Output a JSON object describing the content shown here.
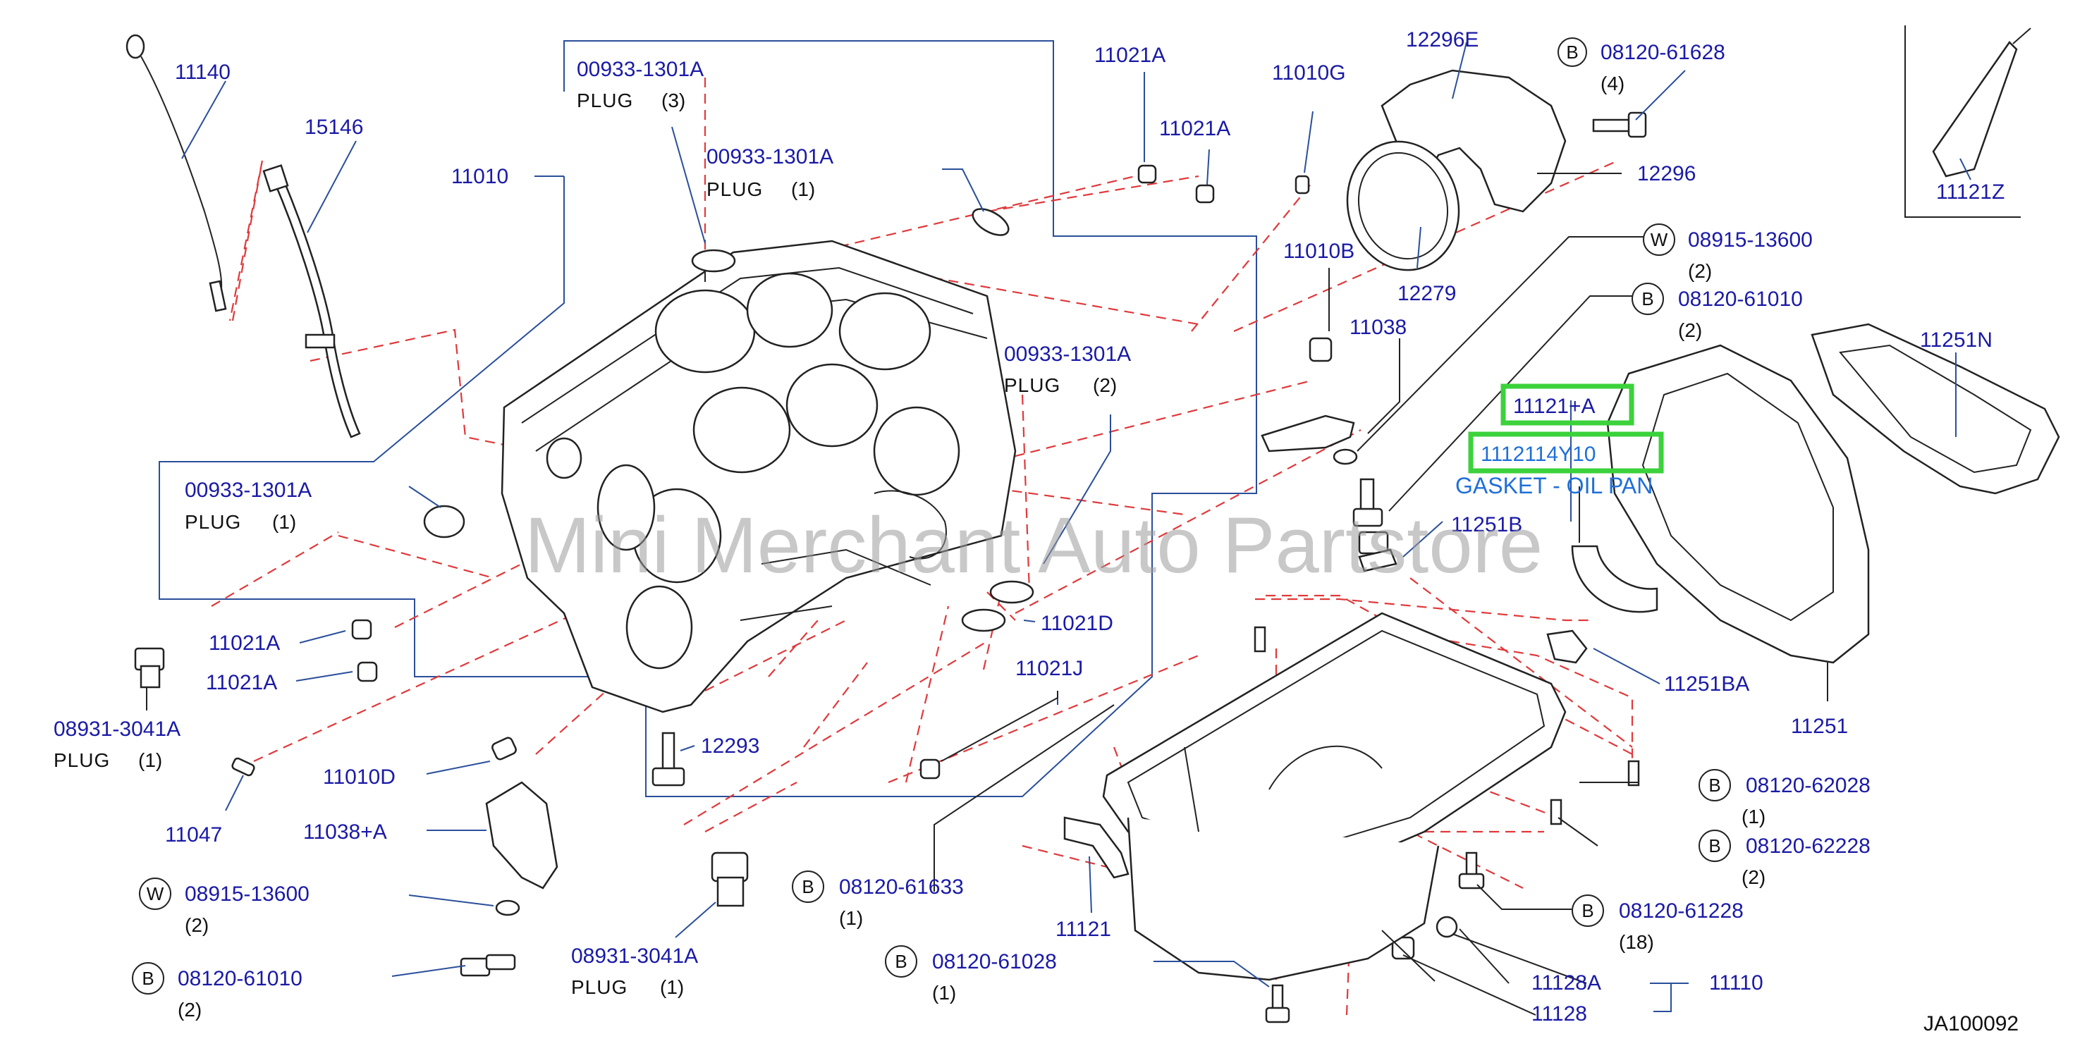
{
  "watermark": "Mini Merchant Auto Partstore",
  "diagram_code": "JA100092",
  "highlight": {
    "kit_part": "11121+A",
    "gasket_part": "1112114Y10",
    "gasket_name": "GASKET - OIL PAN",
    "color": "#3bd23b"
  },
  "labels": {
    "p11140": "11140",
    "p15146": "15146",
    "p11010": "11010",
    "p00933_top_pn": "00933-1301A",
    "p00933_top_desc": "PLUG",
    "p00933_top_qty": "(3)",
    "p00933_mid_pn": "00933-1301A",
    "p00933_mid_desc": "PLUG",
    "p00933_mid_qty": "(1)",
    "p11021A_1": "11021A",
    "p11021A_2": "11021A",
    "p11010G": "11010G",
    "p12296E": "12296E",
    "b_08120_61628_badge": "B",
    "b_08120_61628_pn": "08120-61628",
    "b_08120_61628_qty": "(4)",
    "p12296": "12296",
    "p11121Z": "11121Z",
    "p12279": "12279",
    "p11010B": "11010B",
    "p11038": "11038",
    "w_08915_r_badge": "W",
    "w_08915_r_pn": "08915-13600",
    "w_08915_r_qty": "(2)",
    "b_08120_61010_r_badge": "B",
    "b_08120_61010_r_pn": "08120-61010",
    "b_08120_61010_r_qty": "(2)",
    "p11251N": "11251N",
    "p00933_r_pn": "00933-1301A",
    "p00933_r_desc": "PLUG",
    "p00933_r_qty": "(2)",
    "p00933_l_pn": "00933-1301A",
    "p00933_l_desc": "PLUG",
    "p00933_l_qty": "(1)",
    "p11251B": "11251B",
    "p11021A_3": "11021A",
    "p11021A_4": "11021A",
    "p11021D": "11021D",
    "p08931_l_pn": "08931-3041A",
    "p08931_l_desc": "PLUG",
    "p08931_l_qty": "(1)",
    "p11021J": "11021J",
    "p11251BA": "11251BA",
    "p12293": "12293",
    "p11251": "11251",
    "p11010D": "11010D",
    "p11047": "11047",
    "p11038A": "11038+A",
    "b_08120_62028_badge": "B",
    "b_08120_62028_pn": "08120-62028",
    "b_08120_62028_qty": "(1)",
    "b_08120_62228_badge": "B",
    "b_08120_62228_pn": "08120-62228",
    "b_08120_62228_qty": "(2)",
    "b_08120_61633_badge": "B",
    "b_08120_61633_pn": "08120-61633",
    "b_08120_61633_qty": "(1)",
    "w_08915_l_badge": "W",
    "w_08915_l_pn": "08915-13600",
    "w_08915_l_qty": "(2)",
    "p11121": "11121",
    "b_08120_61228_badge": "B",
    "b_08120_61228_pn": "08120-61228",
    "b_08120_61228_qty": "(18)",
    "p08931_b_pn": "08931-3041A",
    "p08931_b_desc": "PLUG",
    "p08931_b_qty": "(1)",
    "b_08120_61028_badge": "B",
    "b_08120_61028_pn": "08120-61028",
    "b_08120_61028_qty": "(1)",
    "b_08120_61010_l_badge": "B",
    "b_08120_61010_l_pn": "08120-61010",
    "b_08120_61010_l_qty": "(2)",
    "p11128A": "11128A",
    "p11110": "11110",
    "p11128": "11128"
  }
}
